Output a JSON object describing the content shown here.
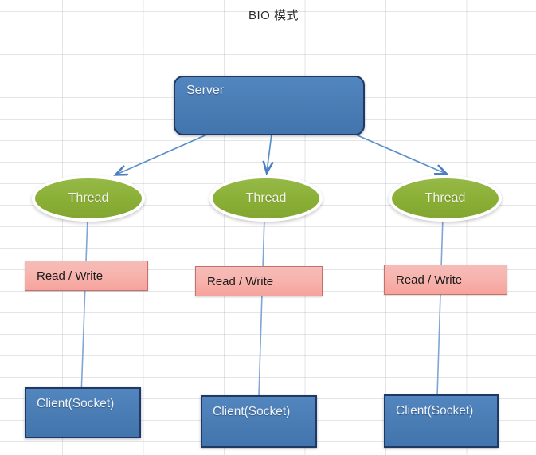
{
  "diagram": {
    "title": "BIO 模式",
    "server": {
      "label": "Server"
    },
    "threads": [
      {
        "label": "Thread"
      },
      {
        "label": "Thread"
      },
      {
        "label": "Thread"
      }
    ],
    "read_write": [
      {
        "label": "Read / Write"
      },
      {
        "label": "Read / Write"
      },
      {
        "label": "Read / Write"
      }
    ],
    "clients": [
      {
        "label": "Client(Socket)"
      },
      {
        "label": "Client(Socket)"
      },
      {
        "label": "Client(Socket)"
      }
    ],
    "colors": {
      "server_fill": "#4a7cb4",
      "server_border": "#1f3864",
      "thread_fill": "#8bb036",
      "thread_outline": "#ffffff",
      "readwrite_fill": "#f7b4ae",
      "readwrite_border": "#c4706d",
      "client_fill": "#4a7cb4",
      "client_border": "#1f3864",
      "arrow": "#5b8fc9",
      "connector": "#7fa6d4",
      "grid_line": "#d9dce2",
      "title_text": "#2b2b2b",
      "background": "#ffffff"
    }
  }
}
